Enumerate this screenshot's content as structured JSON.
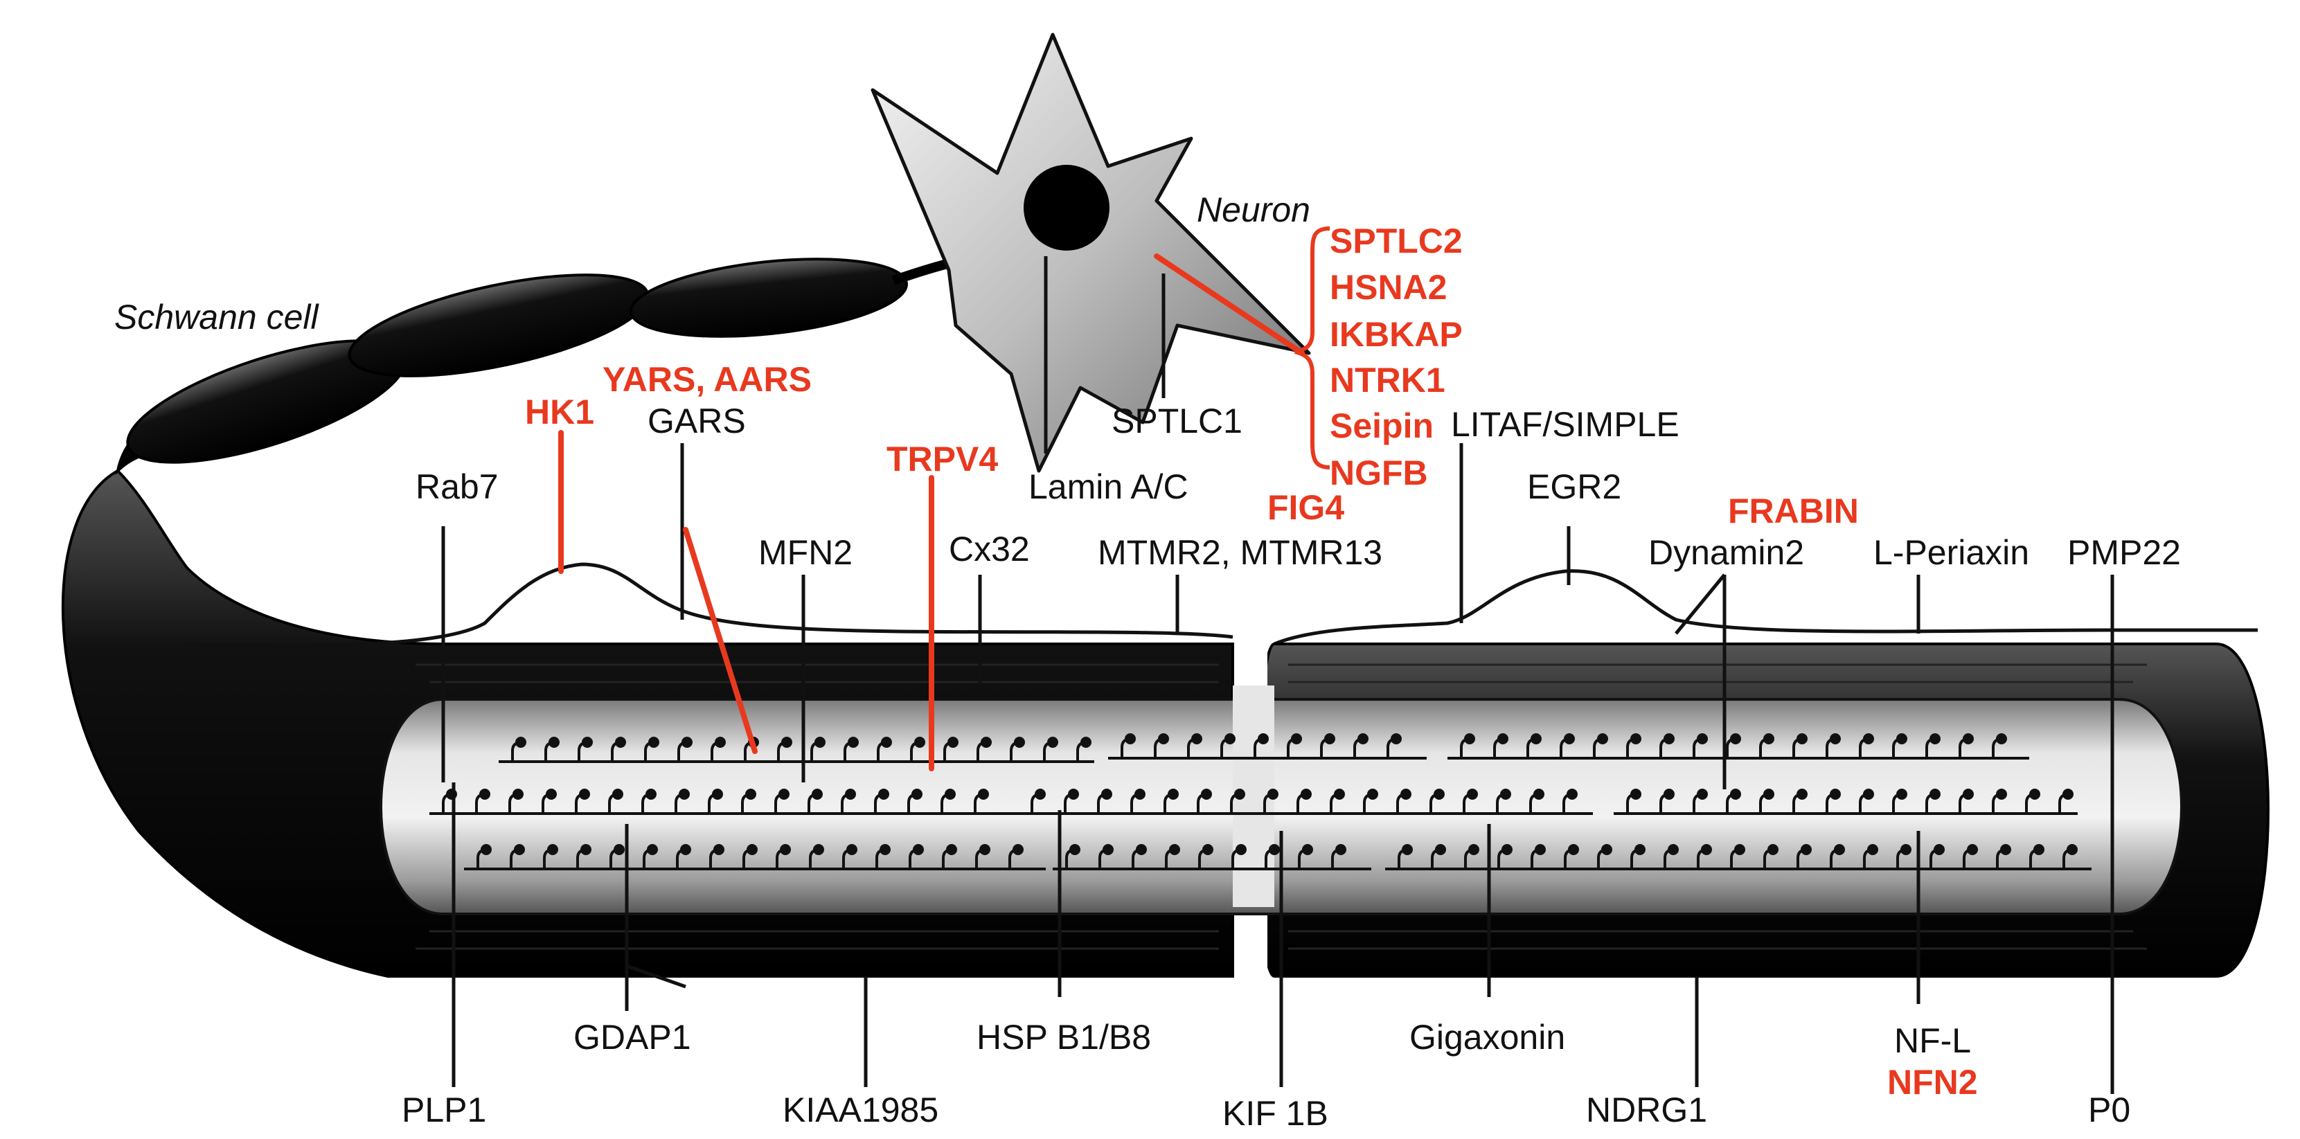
{
  "diagram": {
    "cells": {
      "schwann_cell": "Schwann cell",
      "neuron": "Neuron"
    },
    "colors": {
      "red_label": "#e8391f",
      "black_label": "#111111",
      "cell_dark": "#1a1a1a",
      "cell_light": "#d8d8d8"
    },
    "neuron_red_genes": [
      "SPTLC2",
      "HSNA2",
      "IKBKAP",
      "NTRK1",
      "Seipin",
      "NGFB"
    ],
    "labels_top": {
      "yars_aars": "YARS, AARS",
      "hk1": "HK1",
      "gars": "GARS",
      "sptlc1": "SPTLC1",
      "litaf": "LITAF/SIMPLE",
      "trpv4": "TRPV4",
      "lamin": "Lamin A/C",
      "rab7": "Rab7",
      "egr2": "EGR2",
      "fig4": "FIG4",
      "frabin": "FRABIN",
      "mfn2": "MFN2",
      "cx32": "Cx32",
      "mtmr": "MTMR2, MTMR13",
      "dynamin2": "Dynamin2",
      "l_periaxin": "L-Periaxin",
      "pmp22": "PMP22"
    },
    "labels_bottom": {
      "gdap1": "GDAP1",
      "hsp": "HSP B1/B8",
      "gigaxonin": "Gigaxonin",
      "nf_l": "NF-L",
      "nfn2": "NFN2",
      "plp1": "PLP1",
      "kiaa": "KIAA1985",
      "kif1b": "KIF 1B",
      "ndrg1": "NDRG1",
      "p0": "P0"
    }
  }
}
